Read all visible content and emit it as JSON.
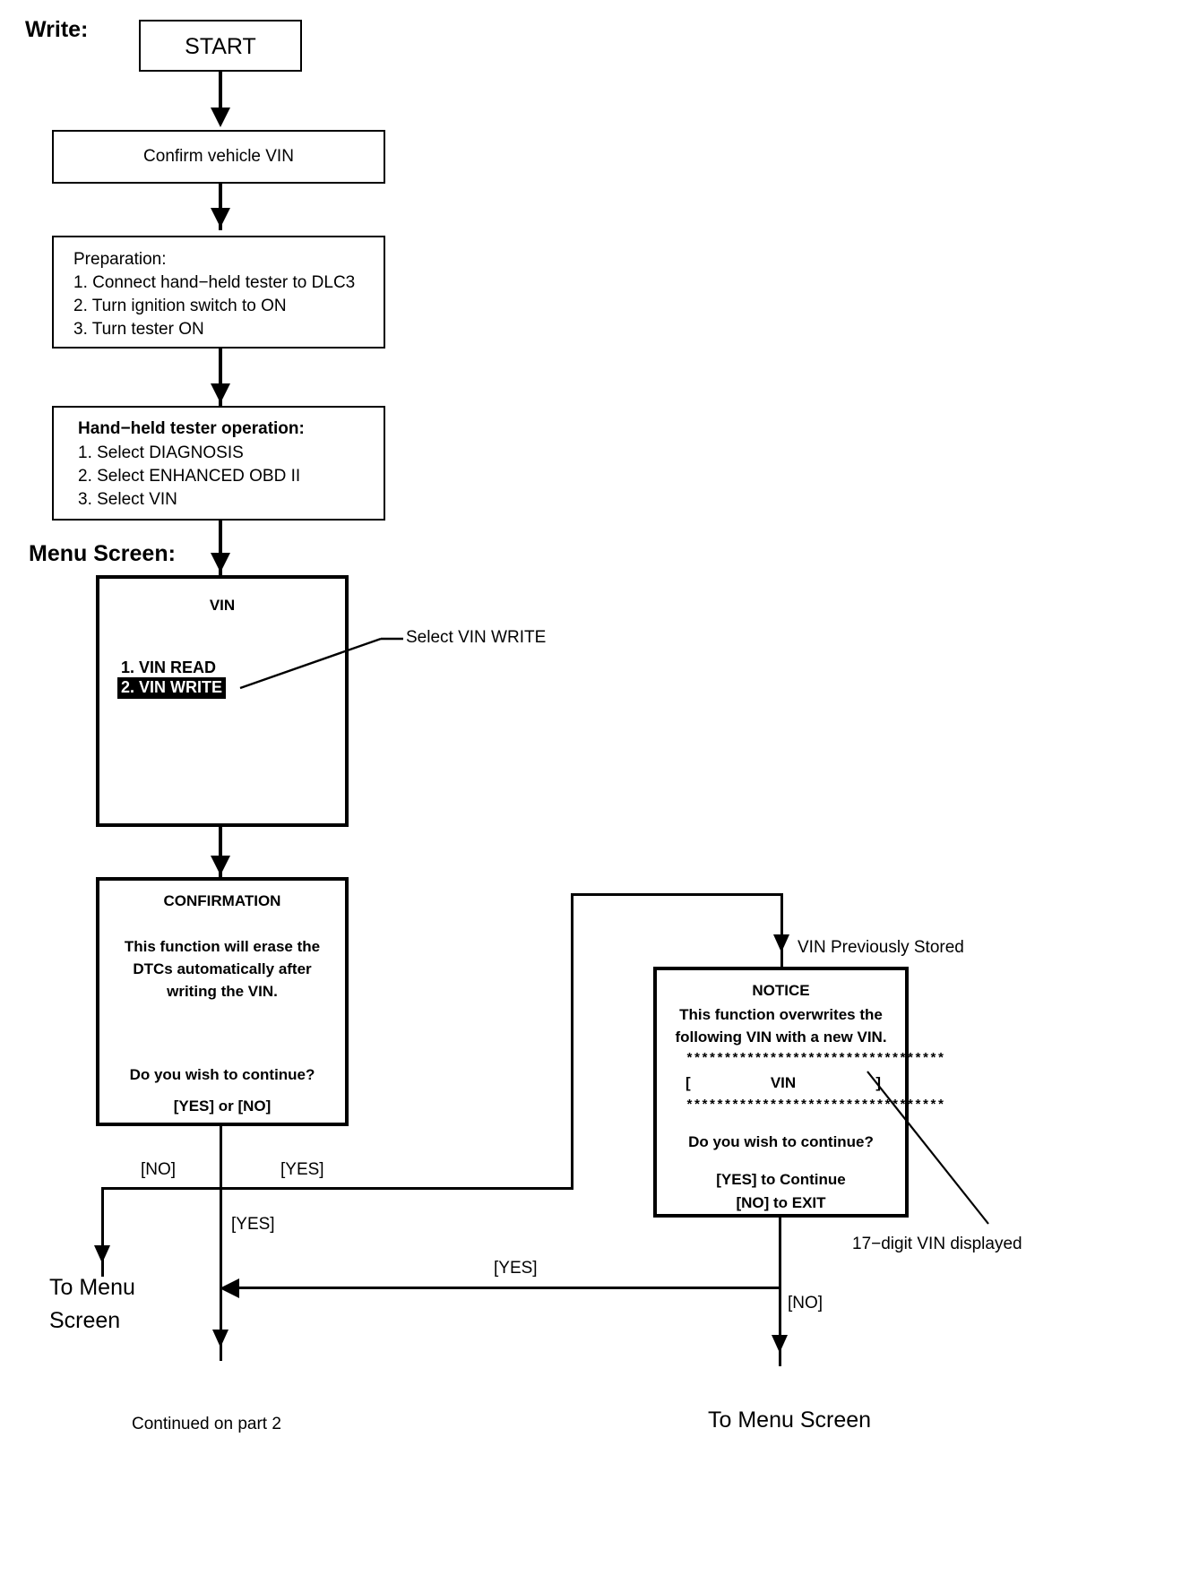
{
  "page": {
    "section_label": "Write:",
    "menu_screen_label": "Menu Screen:"
  },
  "nodes": {
    "start": {
      "text": "START"
    },
    "confirm_vin": {
      "text": "Confirm vehicle VIN"
    },
    "preparation": {
      "heading": "Preparation:",
      "steps": [
        "1. Connect hand−held tester to DLC3",
        "2. Turn ignition switch to ON",
        "3. Turn tester ON"
      ]
    },
    "tester_operation": {
      "heading": "Hand−held tester operation:",
      "steps": [
        "1. Select DIAGNOSIS",
        "2. Select ENHANCED OBD II",
        "3. Select VIN"
      ]
    },
    "vin_menu": {
      "title": "VIN",
      "items": [
        {
          "label": "1. VIN READ",
          "selected": false
        },
        {
          "label": "2. VIN WRITE",
          "selected": true
        }
      ]
    },
    "confirmation": {
      "title": "CONFIRMATION",
      "body": [
        "This function will erase the",
        "DTCs automatically after",
        "writing the VIN."
      ],
      "question": "Do you wish to continue?",
      "options": "[YES] or [NO]"
    },
    "notice": {
      "title": "NOTICE",
      "body": [
        "This function overwrites the",
        "following VIN with a new VIN."
      ],
      "stars_top": "**********************************",
      "vin_field_open": "[",
      "vin_field_label": "VIN",
      "vin_field_close": "]",
      "stars_bottom": "**********************************",
      "question": "Do you wish to continue?",
      "option_yes": "[YES] to Continue",
      "option_no": "[NO] to EXIT"
    }
  },
  "annotations": {
    "select_vin_write": "Select VIN WRITE",
    "vin_previously_stored": "VIN Previously Stored",
    "vin_displayed": "17−digit VIN displayed"
  },
  "edges": {
    "confirmation_no": "[NO]",
    "confirmation_yes_right": "[YES]",
    "confirmation_yes_down": "[YES]",
    "notice_yes": "[YES]",
    "notice_no": "[NO]"
  },
  "terminals": {
    "to_menu_screen_left_line1": "To Menu",
    "to_menu_screen_left_line2": "Screen",
    "continued_on_part_2": "Continued on part 2",
    "to_menu_screen_right": "To Menu Screen"
  }
}
